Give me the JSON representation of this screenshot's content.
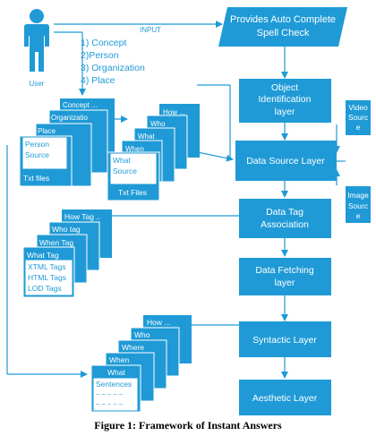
{
  "user_label": "User",
  "input_label": "INPUT",
  "input_items": [
    "1) Concept",
    "2)Person",
    "3) Organization",
    "4) Place"
  ],
  "layers": {
    "spell_check": [
      "Provides Auto Complete",
      "Spell Check"
    ],
    "object_identification": [
      "Object",
      "Identification",
      "layer"
    ],
    "data_source": "Data Source Layer",
    "data_tag": [
      "Data Tag",
      "Association"
    ],
    "data_fetching": [
      "Data Fetching",
      "layer"
    ],
    "syntactic": "Syntactic Layer",
    "aesthetic": "Aesthetic Layer"
  },
  "side_sources": {
    "video": [
      "Video",
      "Sourc",
      "e"
    ],
    "image": [
      "Image",
      "Sourc",
      "e"
    ]
  },
  "stack_person": {
    "tabs": [
      "Concept ...",
      "Organizatio",
      "Place"
    ],
    "body": [
      "Person",
      "Source"
    ],
    "footer": "Txt files"
  },
  "stack_what": {
    "tabs": [
      "How ...",
      "Who",
      "What",
      "When"
    ],
    "body": [
      "What",
      "Source"
    ],
    "footer": "Txt Files"
  },
  "stack_tags": {
    "tabs": [
      "How Tag ..",
      "Who tag",
      "When Tag",
      "What Tag"
    ],
    "body": [
      "XTML Tags",
      "HTML Tags",
      "LOD Tags"
    ]
  },
  "stack_sentences": {
    "tabs": [
      "How ...",
      "Who",
      "Where",
      "When",
      "What"
    ],
    "body": [
      "Sentences",
      "~ ~ ~ ~ ~",
      "~ ~ ~ ~ ~"
    ]
  },
  "caption": "Figure 1: Framework of Instant Answers",
  "colors": {
    "accent": "#1f9ad6",
    "text_on_accent": "#ffffff"
  }
}
